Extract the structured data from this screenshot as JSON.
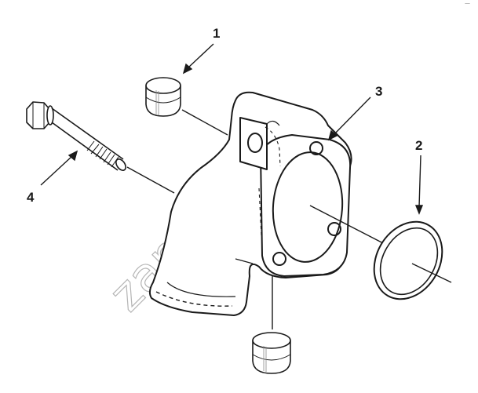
{
  "callouts": {
    "one": "1",
    "two": "2",
    "three": "3",
    "four": "4"
  },
  "watermark": "zap-kam.ru",
  "corner_mark": "—",
  "colors": {
    "line": "#1a1a1a",
    "watermark": "#b5b5b5",
    "background": "#ffffff"
  }
}
